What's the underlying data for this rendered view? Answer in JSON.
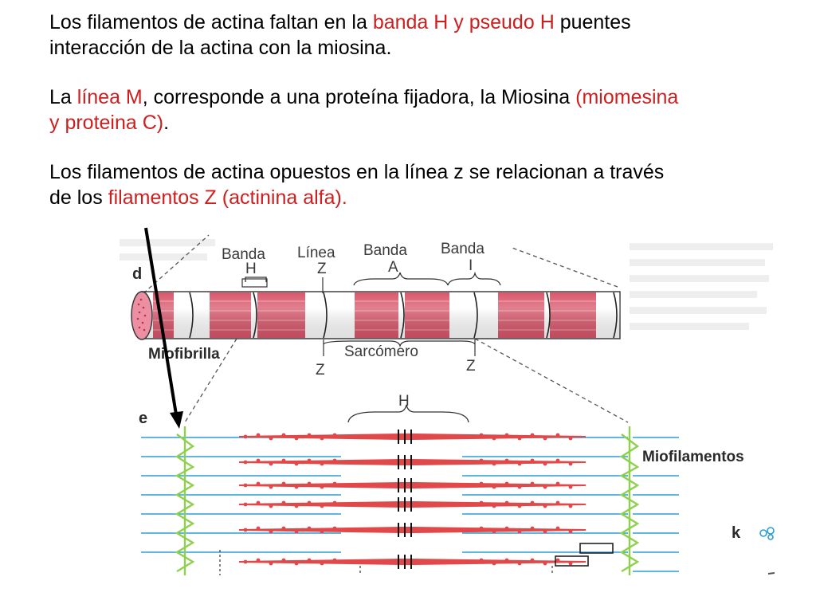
{
  "paragraphs": [
    {
      "line1": [
        {
          "text": "Los filamentos de actina faltan en la ",
          "highlight": false
        },
        {
          "text": "banda H y pseudo H",
          "highlight": true
        },
        {
          "text": " puentes",
          "highlight": false
        }
      ],
      "line2": [
        {
          "text": "interacción de la actina con la miosina.",
          "highlight": false
        }
      ]
    },
    {
      "line1": [
        {
          "text": "La ",
          "highlight": false
        },
        {
          "text": "línea M",
          "highlight": true
        },
        {
          "text": ", corresponde a una proteína fijadora, la Miosina ",
          "highlight": false
        },
        {
          "text": "(miomesina",
          "highlight": true
        }
      ],
      "line2": [
        {
          "text": "y proteina C)",
          "highlight": true
        },
        {
          "text": ".",
          "highlight": false
        }
      ]
    },
    {
      "line1": [
        {
          "text": "Los filamentos de actina opuestos en la línea z se relacionan a través",
          "highlight": false
        }
      ],
      "line2": [
        {
          "text": "de los ",
          "highlight": false
        },
        {
          "text": "filamentos Z (actinina alfa).",
          "highlight": true
        }
      ]
    }
  ],
  "figure": {
    "panel_d": "d",
    "panel_e": "e",
    "panel_k": "k",
    "banda_h_word": "Banda",
    "banda_h_letter": "H",
    "linea_word": "Línea",
    "linea_letter": "Z",
    "banda_a_word": "Banda",
    "banda_a_letter": "A",
    "banda_i_word": "Banda",
    "banda_i_letter": "I",
    "miofibrilla": "Miofibrilla",
    "sarcomero": "Sarcómero",
    "z_left": "Z",
    "z_right": "Z",
    "h_zone": "H",
    "miofilamentos": "Miofilamentos"
  },
  "colors": {
    "highlight": "#cc1f1f",
    "band": "#d9566b",
    "myosin": "#e0484a",
    "actin": "#2a9fd8",
    "z_line": "#8fd14f",
    "arrow": "#000000"
  }
}
